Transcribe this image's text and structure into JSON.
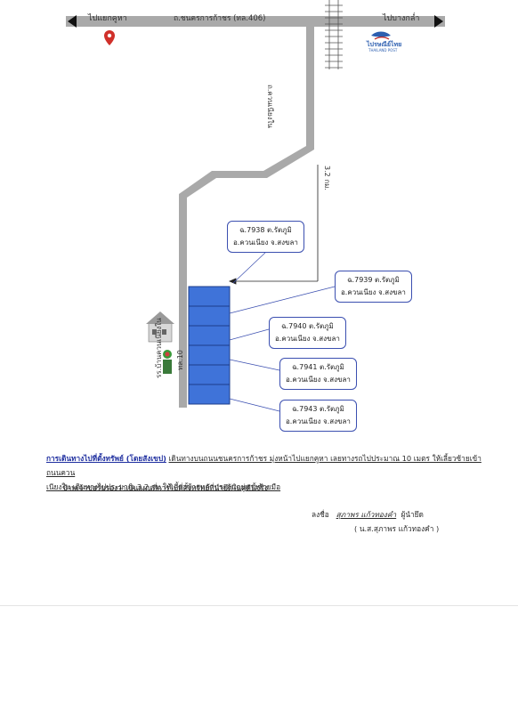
{
  "map": {
    "road_main": "ถ.ชนครการก้าชร (ทล.406)",
    "dir_left": "ไปแยกคูหา",
    "dir_right": "ไปบางกล่ำ",
    "road_side": "ถ.ควนเนียงใน",
    "distance": "3.2 กม.",
    "post_logo": "ไปรษณีย์ไทย",
    "post_logo_sub": "THAILAND POST",
    "school_label": "รร.บ้านควนเนียงใน",
    "sign_no": "ทล.10",
    "parcels": [
      {
        "line1": "ฉ.7938 ต.รัตภูมิ",
        "line2": "อ.ควนเนียง จ.สงขลา"
      },
      {
        "line1": "ฉ.7939 ต.รัตภูมิ",
        "line2": "อ.ควนเนียง จ.สงขลา"
      },
      {
        "line1": "ฉ.7940 ต.รัตภูมิ",
        "line2": "อ.ควนเนียง จ.สงขลา"
      },
      {
        "line1": "ฉ.7941 ต.รัตภูมิ",
        "line2": "อ.ควนเนียง จ.สงขลา"
      },
      {
        "line1": "ฉ.7943 ต.รัตภูมิ",
        "line2": "อ.ควนเนียง จ.สงขลา"
      }
    ],
    "colors": {
      "road": "#a9a9a9",
      "plot": "#3f73d9",
      "plot_border": "#1e3d8a",
      "callout_border": "#3b4fb0"
    }
  },
  "directions": {
    "heading": "การเดินทางไปที่ตั้งทรัพย์ (โดยสังเขป)",
    "part1": "เดินทางบนถนนชนครการก้าชร มุ่งหน้าไปแยกคูหา เลยทางรถไปประมาณ 10 เมตร ให้เลี้ยวซ้ายเข้าถนนควน",
    "part2": "เนียงใน เดินทางไปประมาณ 3.2 กม.ให้เลี้ยวซ้ายหลักประกันอยู่ทางซ้ายมือ",
    "certify": "ข้าพเจ้าขอรับรองว่าเป็นแผนที่การไปที่ตั้งทรัพย์ที่นำยึดในคดีนี้จริง"
  },
  "signature": {
    "prefix": "ลงชื่อ",
    "name": "สุภาพร แก้วทองคำ",
    "role": "ผู้นำยึด",
    "printed": "( น.ส.สุภาพร แก้วทองคำ )"
  }
}
